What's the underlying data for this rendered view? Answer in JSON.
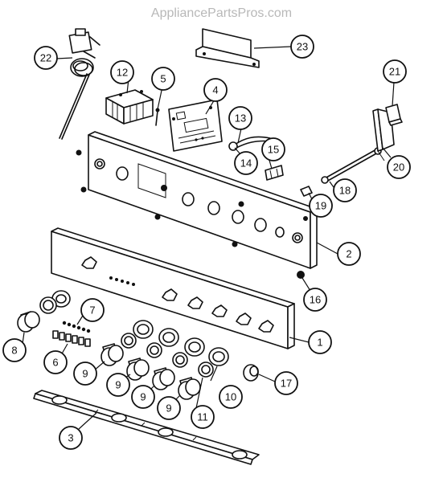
{
  "watermark": "AppliancePartsPros.com",
  "callouts": [
    {
      "label": "1"
    },
    {
      "label": "2"
    },
    {
      "label": "3"
    },
    {
      "label": "4"
    },
    {
      "label": "5"
    },
    {
      "label": "6"
    },
    {
      "label": "7"
    },
    {
      "label": "8"
    },
    {
      "label": "9"
    },
    {
      "label": "9"
    },
    {
      "label": "9"
    },
    {
      "label": "9"
    },
    {
      "label": "10"
    },
    {
      "label": "11"
    },
    {
      "label": "12"
    },
    {
      "label": "13"
    },
    {
      "label": "14"
    },
    {
      "label": "15"
    },
    {
      "label": "16"
    },
    {
      "label": "17"
    },
    {
      "label": "18"
    },
    {
      "label": "19"
    },
    {
      "label": "20"
    },
    {
      "label": "21"
    },
    {
      "label": "22"
    },
    {
      "label": "23"
    }
  ]
}
